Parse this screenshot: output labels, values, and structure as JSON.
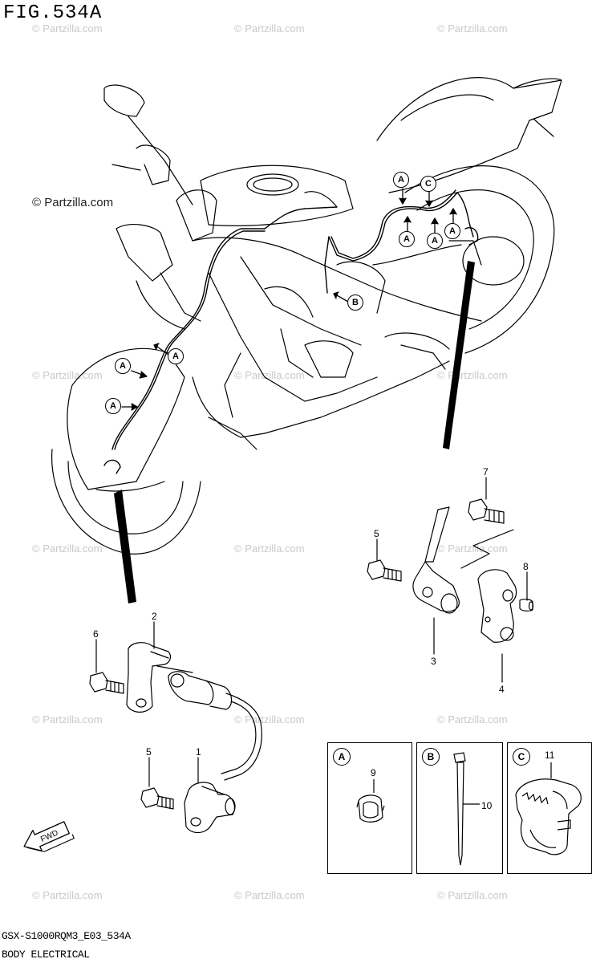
{
  "figure": {
    "title": "FIG.534A"
  },
  "footer": {
    "code": "GSX-S1000RQM3_E03_534A",
    "section": "BODY ELECTRICAL"
  },
  "watermark": {
    "text": "© Partzilla.com"
  },
  "site_label": "© Partzilla.com",
  "callouts": {
    "a": "A",
    "b": "B",
    "c": "C"
  },
  "fwd_label": "FWD",
  "parts": {
    "p1": "1",
    "p2": "2",
    "p3": "3",
    "p4": "4",
    "p5a": "5",
    "p5b": "5",
    "p6": "6",
    "p7": "7",
    "p8": "8",
    "p9": "9",
    "p10": "10",
    "p11": "11"
  },
  "insets": [
    {
      "letter": "A",
      "part": "9"
    },
    {
      "letter": "B",
      "part": "10"
    },
    {
      "letter": "C",
      "part": "11"
    }
  ]
}
